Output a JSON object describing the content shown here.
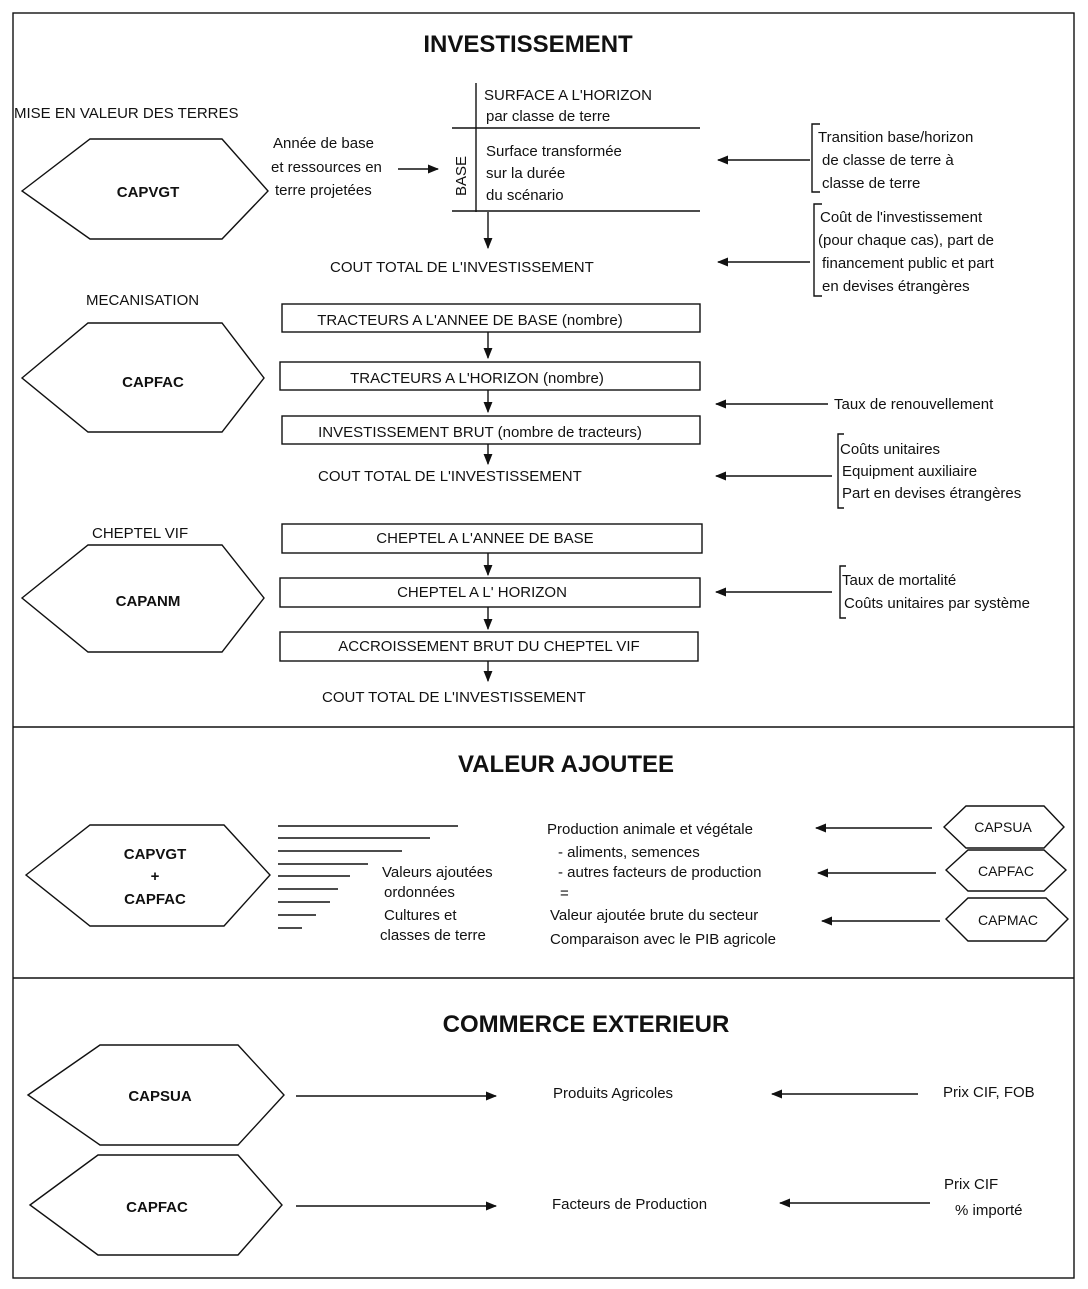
{
  "sections": {
    "investissement": {
      "title": "INVESTISSEMENT",
      "land": {
        "heading": "MISE EN VALEUR DES TERRES",
        "hex": "CAPVGT",
        "left_note": [
          "Année de base",
          "et ressources en",
          "terre projetées"
        ],
        "base_label": "BASE",
        "top_block": [
          "SURFACE A L'HORIZON",
          "par classe de terre"
        ],
        "mid_block": [
          "Surface transformée",
          "sur la durée",
          "du scénario"
        ],
        "right_note_1": [
          "Transition base/horizon",
          "de classe de terre à",
          "classe de terre"
        ],
        "right_note_2": [
          "Coût de l'investissement",
          "(pour chaque cas), part de",
          "financement public et part",
          "en devises étrangères"
        ],
        "total": "COUT TOTAL DE L'INVESTISSEMENT"
      },
      "mecanisation": {
        "heading": "MECANISATION",
        "hex": "CAPFAC",
        "boxes": [
          "TRACTEURS A L'ANNEE DE BASE (nombre)",
          "TRACTEURS A L'HORIZON (nombre)",
          "INVESTISSEMENT BRUT (nombre de tracteurs)"
        ],
        "renewal_note": "Taux de renouvellement",
        "total": "COUT TOTAL DE L'INVESTISSEMENT",
        "cost_note": [
          "Coûts unitaires",
          "Equipment auxiliaire",
          "Part en devises étrangères"
        ]
      },
      "cheptel": {
        "heading": "CHEPTEL VIF",
        "hex": "CAPANM",
        "boxes": [
          "CHEPTEL A L'ANNEE DE BASE",
          "CHEPTEL A L' HORIZON",
          "ACCROISSEMENT BRUT DU CHEPTEL VIF"
        ],
        "note": [
          "Taux de mortalité",
          "Coûts unitaires par système"
        ],
        "total": "COUT TOTAL DE L'INVESTISSEMENT"
      }
    },
    "valeur_ajoutee": {
      "title": "VALEUR AJOUTEE",
      "hex_lines": [
        "CAPVGT",
        "+",
        "CAPFAC"
      ],
      "middle_text": [
        "Valeurs ajoutées",
        "ordonnées",
        "Cultures et",
        "classes de terre"
      ],
      "production_text": [
        "Production animale et végétale",
        "- aliments, semences",
        "- autres facteurs de production",
        "=",
        "Valeur ajoutée brute du secteur",
        "Comparaison avec le PIB agricole"
      ],
      "right_hexes": [
        "CAPSUA",
        "CAPFAC",
        "CAPMAC"
      ]
    },
    "commerce_exterieur": {
      "title": "COMMERCE EXTERIEUR",
      "rows": [
        {
          "hex": "CAPSUA",
          "center": "Produits Agricoles",
          "right": [
            "Prix CIF, FOB"
          ]
        },
        {
          "hex": "CAPFAC",
          "center": "Facteurs de Production",
          "right": [
            "Prix CIF",
            "% importé"
          ]
        }
      ]
    }
  }
}
